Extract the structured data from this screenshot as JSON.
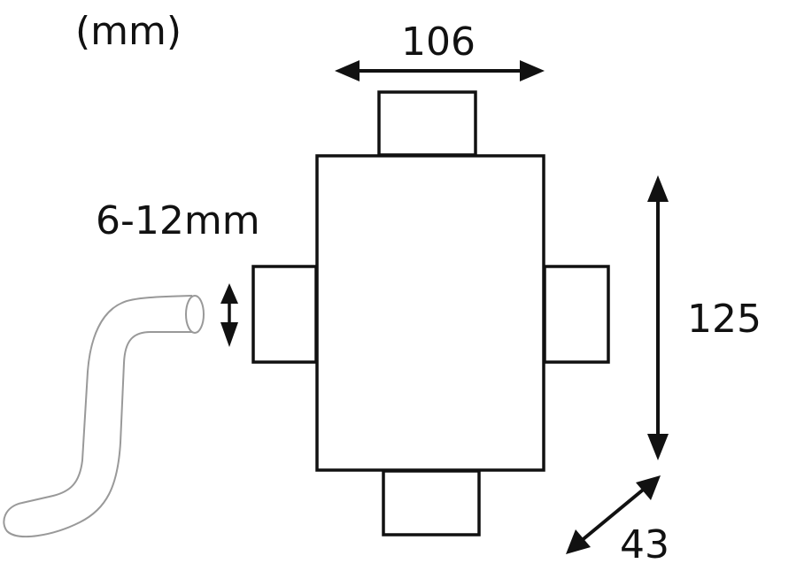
{
  "unit_label": "(mm)",
  "dimensions": {
    "width": "106",
    "height": "125",
    "depth": "43",
    "cable_diameter": "6-12mm"
  },
  "colors": {
    "line": "#111111",
    "hose": "#999999"
  }
}
